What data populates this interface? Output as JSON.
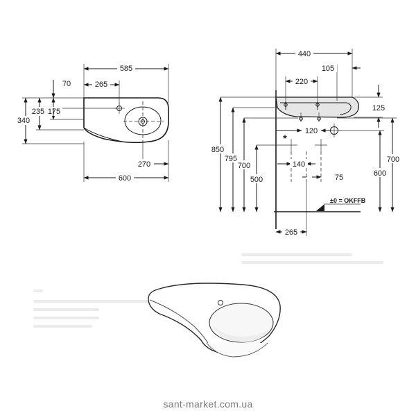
{
  "plan_view": {
    "dims": {
      "overall_width_top": "585",
      "tap_offset_top": "265",
      "tap_small": "70",
      "height_total": "340",
      "height_mid": "235",
      "height_inner": "175",
      "bowl_offset": "270",
      "overall_width_bottom": "600"
    }
  },
  "side_view": {
    "dims": {
      "total_depth": "440",
      "rear_offset": "105",
      "waste_offset": "220",
      "rim_thickness": "125",
      "trap_offset": "120",
      "height_850": "850",
      "height_795": "795",
      "height_700_left": "700",
      "height_500": "500",
      "height_700_right": "700",
      "height_600": "600",
      "supply_140": "140",
      "supply_75": "75",
      "wall_265": "265"
    },
    "asterisk": "*",
    "floor_label": "±0 = OKFFB"
  },
  "footer": {
    "watermark": "sant-market.com.ua"
  }
}
